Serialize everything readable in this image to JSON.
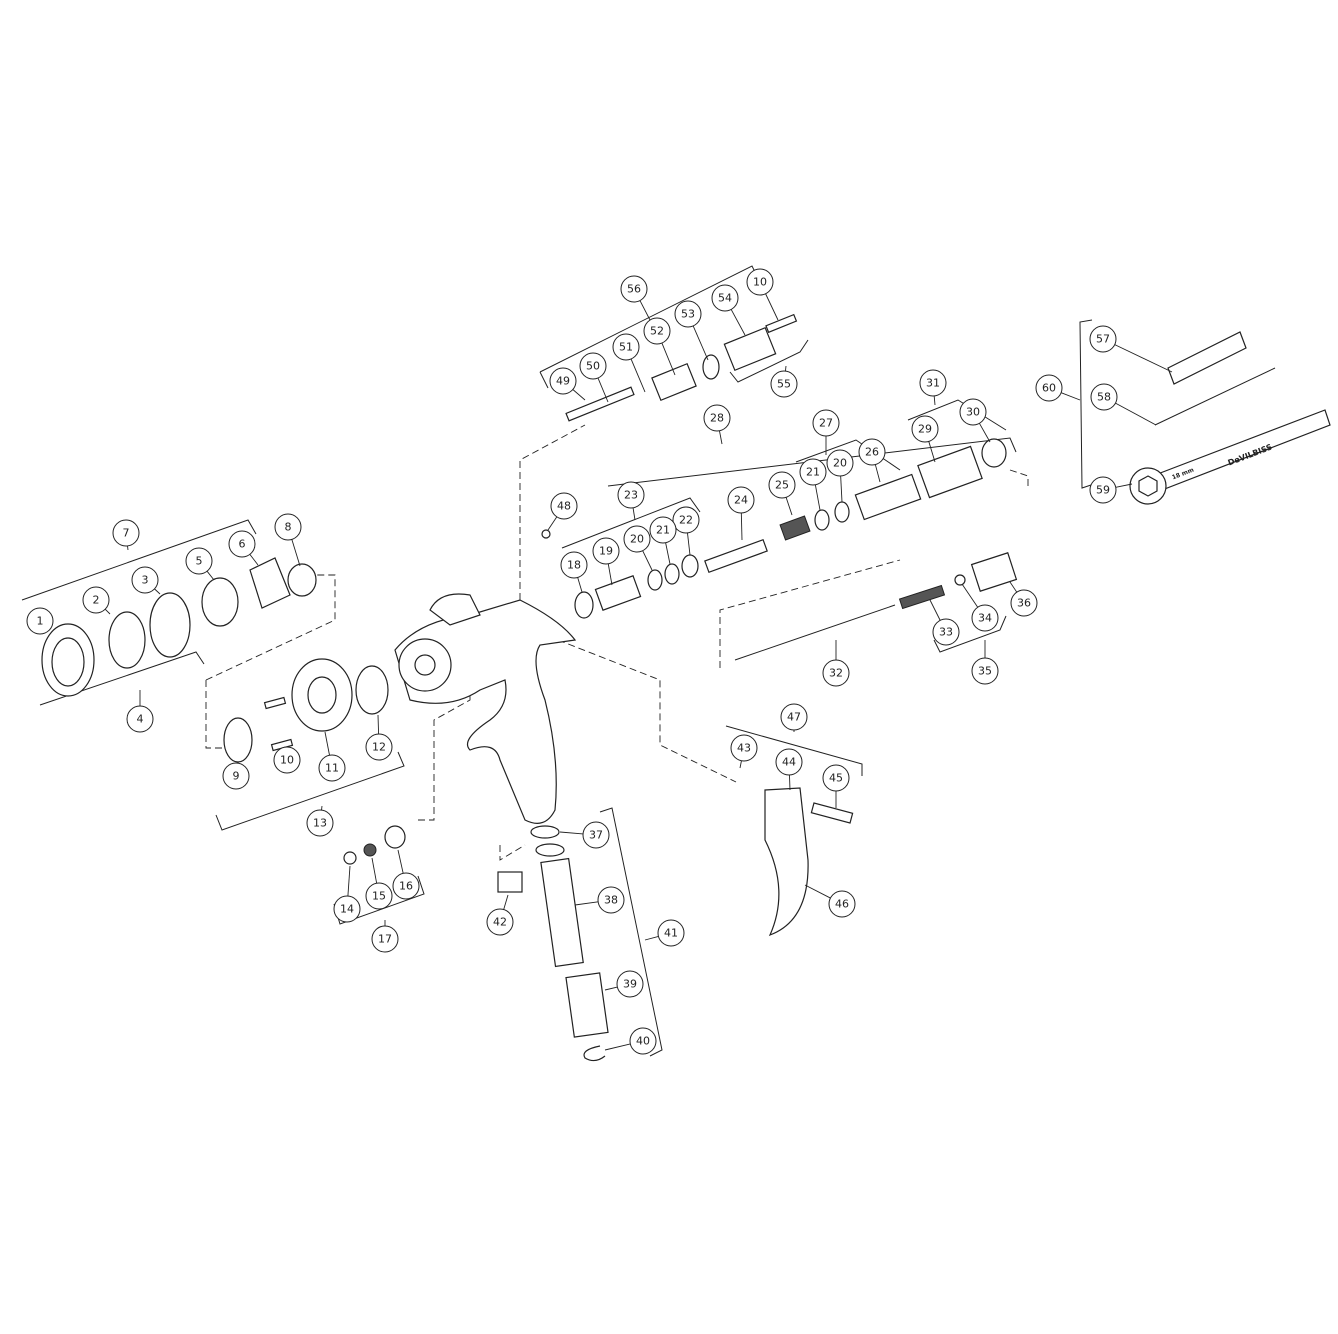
{
  "diagram": {
    "callouts": [
      "56",
      "54",
      "10",
      "52",
      "53",
      "51",
      "50",
      "49",
      "55",
      "28",
      "27",
      "31",
      "29",
      "30",
      "21",
      "20",
      "26",
      "25",
      "24",
      "23",
      "22",
      "21",
      "20",
      "19",
      "18",
      "48",
      "57",
      "60",
      "58",
      "59",
      "7",
      "8",
      "6",
      "5",
      "3",
      "2",
      "1",
      "4",
      "32",
      "33",
      "34",
      "35",
      "36",
      "9",
      "10",
      "11",
      "12",
      "13",
      "47",
      "43",
      "44",
      "45",
      "46",
      "37",
      "38",
      "41",
      "39",
      "40",
      "42",
      "14",
      "15",
      "16",
      "17"
    ],
    "wrench_brand": "DeVILBISS",
    "wrench_size": "18 mm"
  }
}
